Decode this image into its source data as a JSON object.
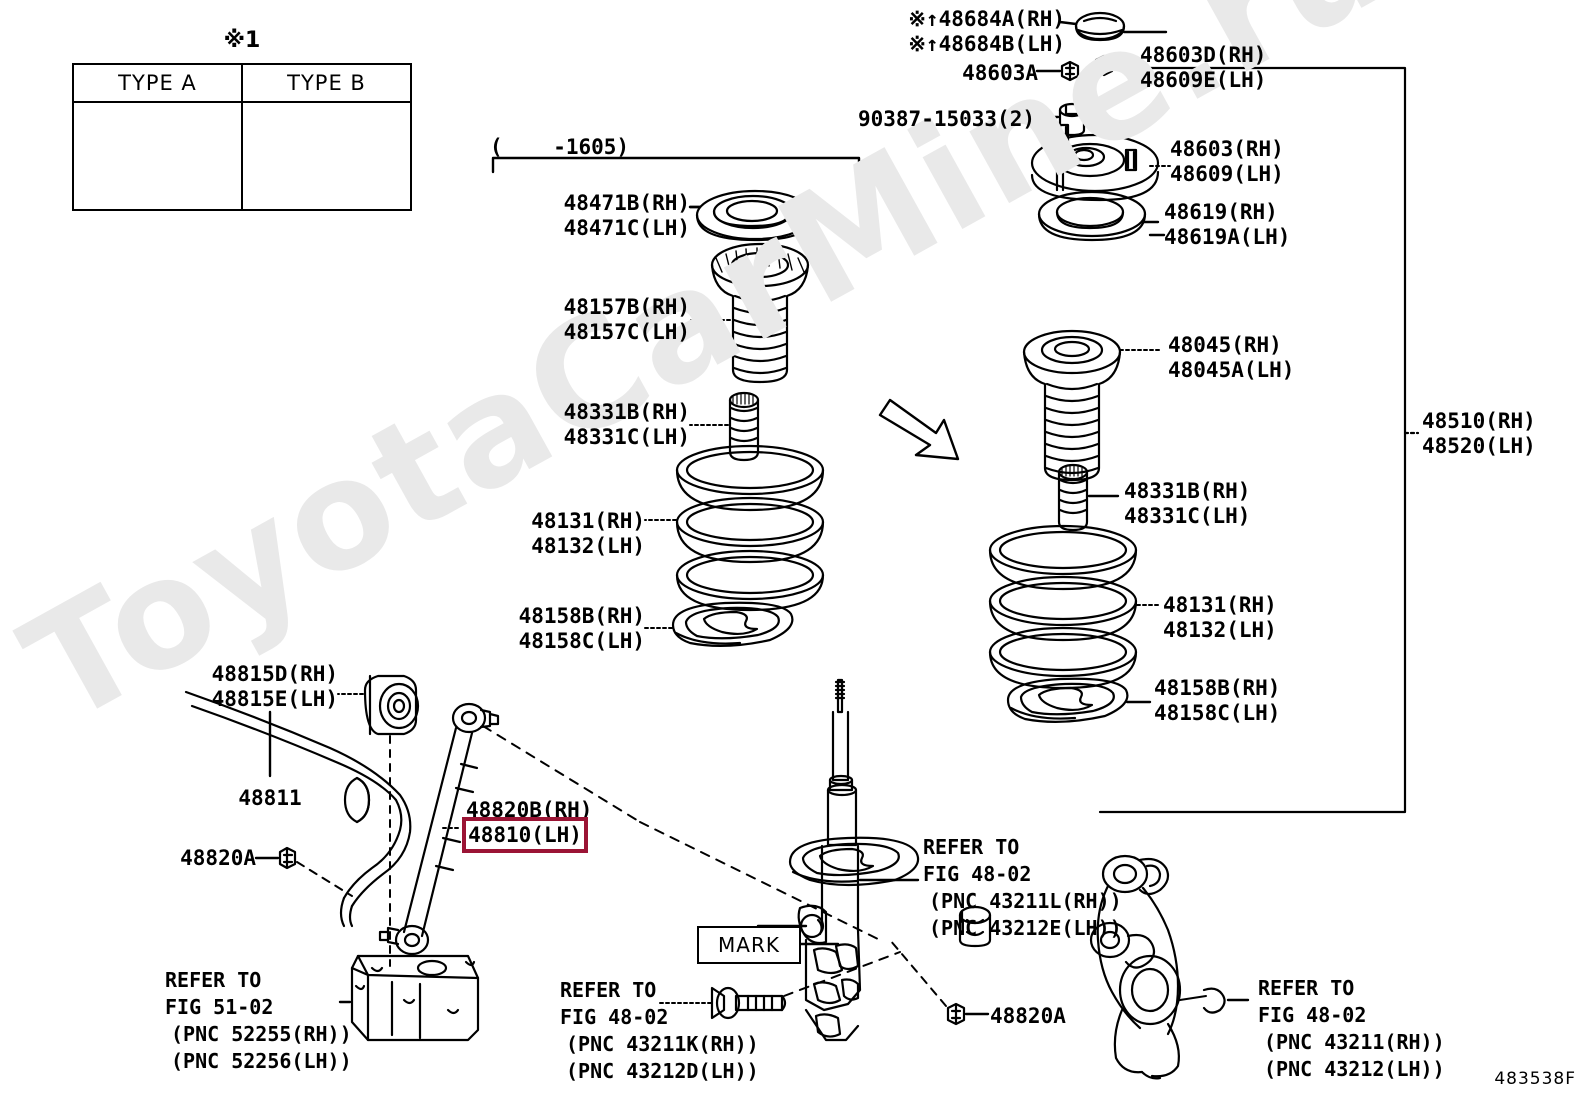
{
  "figure": {
    "id": "483538F",
    "watermark": "ToyotaCarMine.ru",
    "note_marker": "※1",
    "mark_box_label": "MARK",
    "date_range": "(    -1605)"
  },
  "type_table": {
    "columns": [
      "TYPE A",
      "TYPE B"
    ]
  },
  "labels": {
    "p48684a": "※↑48684A(RH)",
    "p48684b": "※↑48684B(LH)",
    "p48603a": "48603A",
    "p48603d": "48603D(RH)",
    "p48609e": "48609E(LH)",
    "p90387": "90387-15033(2)",
    "p48603": "48603(RH)",
    "p48609": "48609(LH)",
    "p48619": "48619(RH)",
    "p48619a": "48619A(LH)",
    "p48471b": "48471B(RH)",
    "p48471c": "48471C(LH)",
    "p48157b": "48157B(RH)",
    "p48157c": "48157C(LH)",
    "p48331b_c": "48331B(RH)",
    "p48331c_c": "48331C(LH)",
    "p48131_c": "48131(RH)",
    "p48132_c": "48132(LH)",
    "p48158b_c": "48158B(RH)",
    "p48158c_c": "48158C(LH)",
    "p48045": "48045(RH)",
    "p48045a": "48045A(LH)",
    "p48331b_r": "48331B(RH)",
    "p48331c_r": "48331C(LH)",
    "p48131_r": "48131(RH)",
    "p48132_r": "48132(LH)",
    "p48158b_r": "48158B(RH)",
    "p48158c_r": "48158C(LH)",
    "p48510": "48510(RH)",
    "p48520": "48520(LH)",
    "p48815d": "48815D(RH)",
    "p48815e": "48815E(LH)",
    "p48811": "48811",
    "p48820a_left": "48820A",
    "p48820a_right": "48820A",
    "p48820b": "48820B(RH)",
    "p48810_highlight": "48810(LH)"
  },
  "refer_blocks": {
    "fig51_02": {
      "line1": "REFER TO",
      "line2": "FIG 51-02",
      "line3": "(PNC 52255(RH))",
      "line4": "(PNC 52256(LH))"
    },
    "fig48_02_center": {
      "line1": "REFER TO",
      "line2": "FIG 48-02",
      "line3": "(PNC 43211K(RH))",
      "line4": "(PNC 43212D(LH))"
    },
    "fig48_02_mid": {
      "line1": "REFER TO",
      "line2": "FIG 48-02",
      "line3": "(PNC 43211L(RH))",
      "line4": "(PNC 43212E(LH))"
    },
    "fig48_02_right": {
      "line1": "REFER TO",
      "line2": "FIG 48-02",
      "line3": "(PNC 43211(RH))",
      "line4": "(PNC 43212(LH))"
    }
  },
  "colors": {
    "highlight_border": "#9b1435",
    "line": "#000000",
    "watermark": "#e9e9e9",
    "background": "#ffffff"
  }
}
